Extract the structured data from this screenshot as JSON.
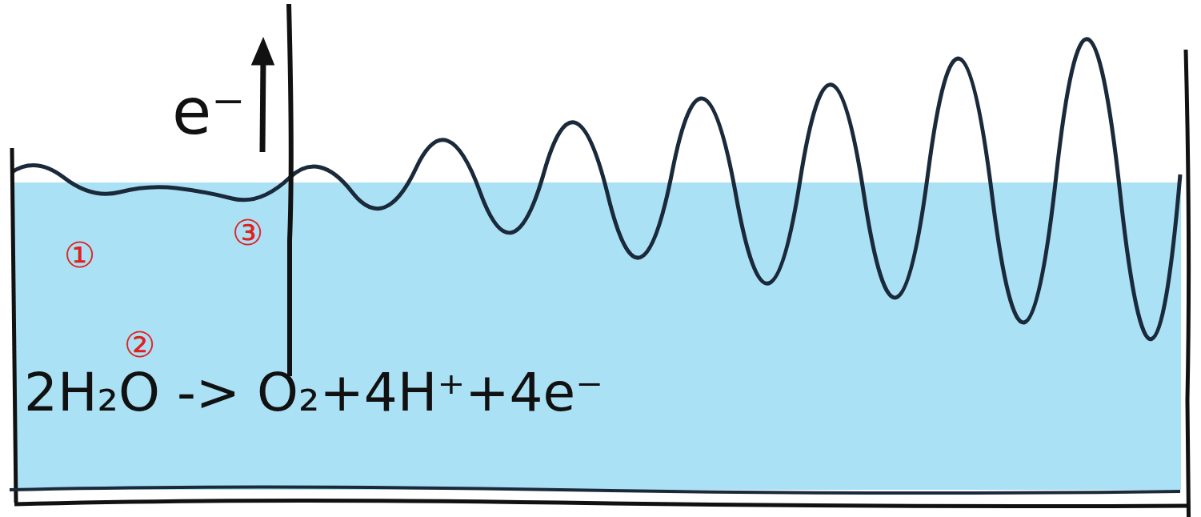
{
  "diagram": {
    "labels": [
      "e⁻",
      "①",
      "②",
      "③",
      "2H₂O -> O₂+4H⁺+4e⁻"
    ]
  }
}
